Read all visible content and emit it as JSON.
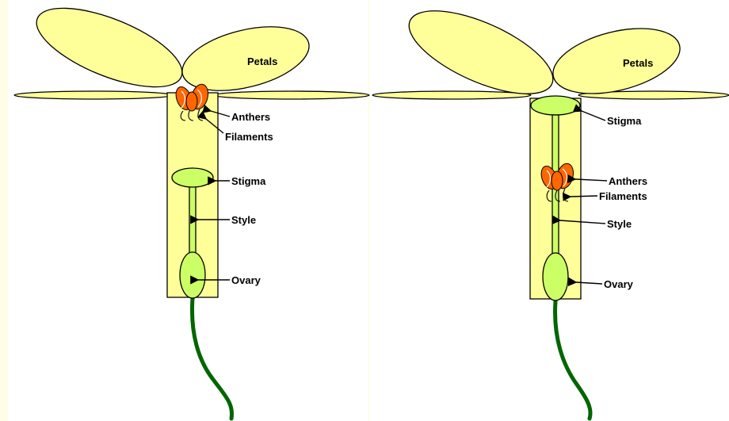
{
  "background_color": "#fffde6",
  "colors": {
    "petal": "#ffff99",
    "ovary_style_stigma": "#ccff66",
    "anthers": "#ff6600",
    "stem": "#006600"
  },
  "left_flower": {
    "labels": {
      "petals": "Petals",
      "anthers": "Anthers",
      "filaments": "Filaments",
      "stigma": "Stigma",
      "style": "Style",
      "ovary": "Ovary"
    }
  },
  "right_flower": {
    "labels": {
      "petals": "Petals",
      "stigma": "Stigma",
      "anthers": "Anthers",
      "filaments": "Filaments",
      "style": "Style",
      "ovary": "Ovary"
    }
  }
}
